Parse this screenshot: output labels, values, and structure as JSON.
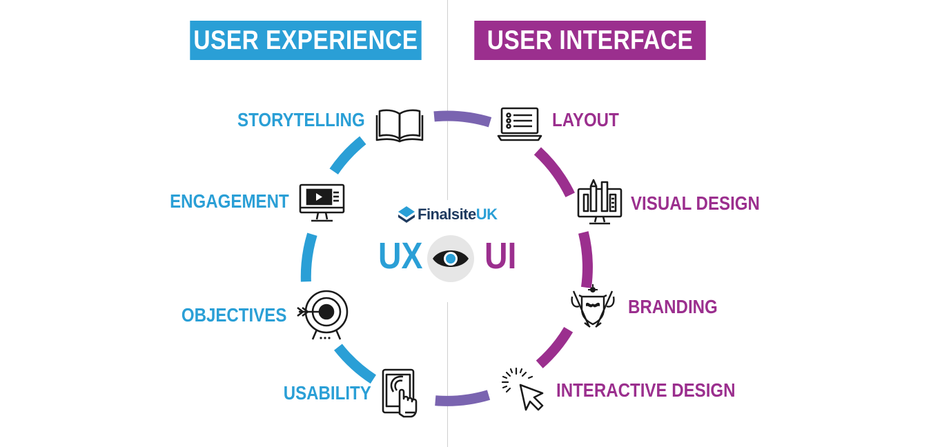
{
  "colors": {
    "ux": "#2a9fd6",
    "ui": "#9b2f8e",
    "icon": "#1a1a1a"
  },
  "headers": {
    "ux": "USER EXPERIENCE",
    "ui": "USER INTERFACE"
  },
  "logo": {
    "name": "Finalsite",
    "suffix": "UK"
  },
  "center": {
    "ux": "UX",
    "ui": "UI",
    "eye_icon": "eye-icon"
  },
  "ux_items": [
    {
      "label": "STORYTELLING",
      "icon": "book-icon"
    },
    {
      "label": "ENGAGEMENT",
      "icon": "monitor-video-icon"
    },
    {
      "label": "OBJECTIVES",
      "icon": "target-icon"
    },
    {
      "label": "USABILITY",
      "icon": "tablet-touch-icon"
    }
  ],
  "ui_items": [
    {
      "label": "LAYOUT",
      "icon": "laptop-layout-icon"
    },
    {
      "label": "VISUAL DESIGN",
      "icon": "design-monitor-icon"
    },
    {
      "label": "BRANDING",
      "icon": "crest-icon"
    },
    {
      "label": "INTERACTIVE DESIGN",
      "icon": "cursor-click-icon"
    }
  ]
}
